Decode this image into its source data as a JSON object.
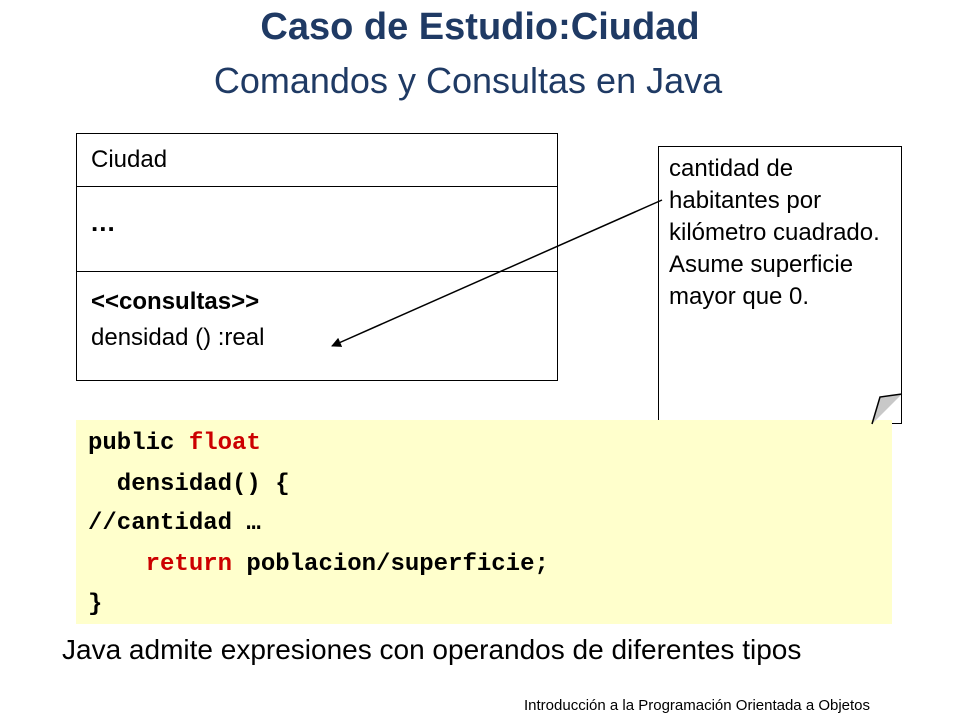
{
  "slide": {
    "title": "Caso de Estudio:Ciudad",
    "subtitle": "Comandos y Consultas en Java"
  },
  "uml_class": {
    "name": "Ciudad",
    "attributes": "...",
    "stereotype": "<<consultas>>",
    "operation": "densidad () :real"
  },
  "note": {
    "text": "cantidad de habitantes por kilómetro cuadrado. Asume superficie mayor que 0."
  },
  "code": {
    "line1_a": "public ",
    "line1_b": "float",
    "line2": "  densidad() {",
    "line3": "//cantidad …",
    "line4_a": "    ",
    "line4_b": "return",
    "line4_c": " poblacion/superficie;",
    "line5": "}"
  },
  "body_text": "Java admite expresiones con operandos de diferentes tipos",
  "footer": "Introducción a la Programación Orientada a Objetos",
  "colors": {
    "title": "#1f3a64",
    "code_background": "#ffffcc",
    "keyword": "#cc0000"
  }
}
